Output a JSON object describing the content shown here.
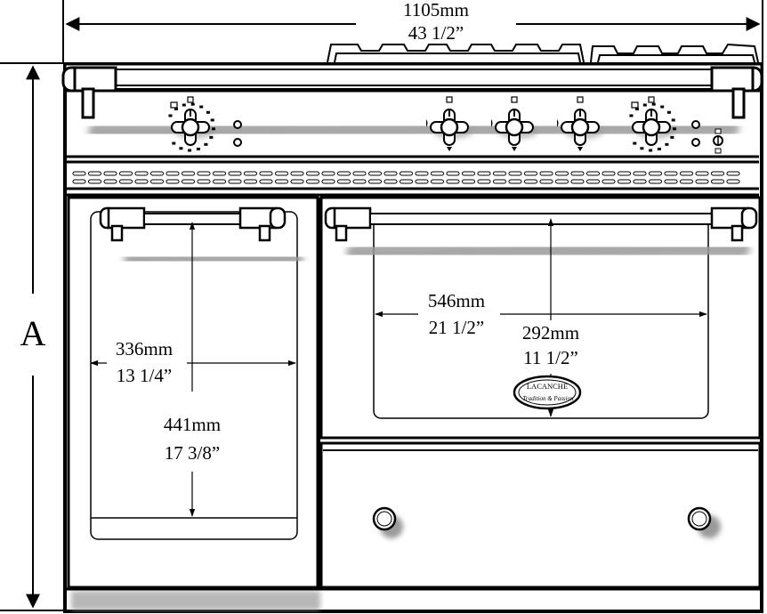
{
  "dimensions": {
    "width": {
      "metric": "1105mm",
      "imperial": "43 1/2”"
    },
    "height": {
      "label": "A"
    },
    "left_oven_width": {
      "metric": "336mm",
      "imperial": "13 1/4”"
    },
    "left_oven_height": {
      "metric": "441mm",
      "imperial": "17 3/8”"
    },
    "right_oven_width": {
      "metric": "546mm",
      "imperial": "21 1/2”"
    },
    "right_oven_height": {
      "metric": "292mm",
      "imperial": "11 1/2”"
    }
  },
  "brand": {
    "logo": "LACANCHE",
    "tagline": "Tradition & Passion"
  },
  "colors": {
    "line": "#000000",
    "shadow": "#9a9a9a",
    "background": "#ffffff"
  }
}
